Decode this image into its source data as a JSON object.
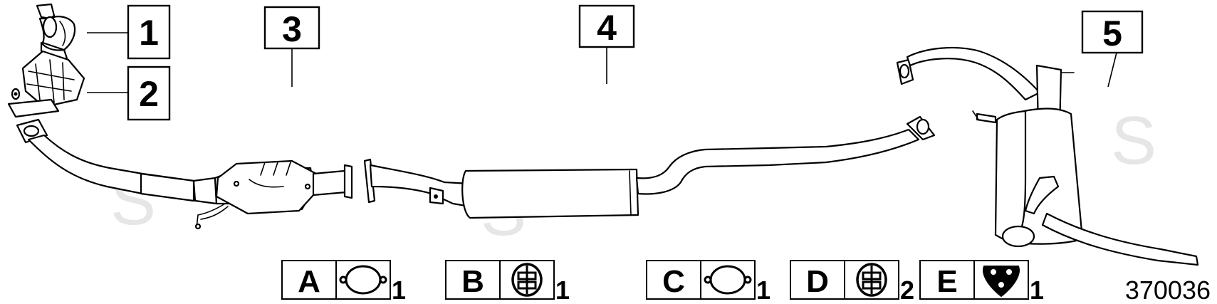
{
  "diagram": {
    "callouts": [
      {
        "id": "1",
        "label": "1"
      },
      {
        "id": "2",
        "label": "2"
      },
      {
        "id": "3",
        "label": "3"
      },
      {
        "id": "4",
        "label": "4"
      },
      {
        "id": "5",
        "label": "5"
      }
    ],
    "legend": [
      {
        "letter": "A",
        "icon": "gasket-round-icon",
        "qty": "1"
      },
      {
        "letter": "B",
        "icon": "rubber-hanger-icon",
        "qty": "1"
      },
      {
        "letter": "C",
        "icon": "gasket-round-icon",
        "qty": "1"
      },
      {
        "letter": "D",
        "icon": "rubber-hanger-icon",
        "qty": "2"
      },
      {
        "letter": "E",
        "icon": "rubber-mount-icon",
        "qty": "1"
      }
    ],
    "reference_code": "370036",
    "watermark": "S",
    "colors": {
      "line": "#000000",
      "watermark": "#e6e6e6"
    }
  }
}
